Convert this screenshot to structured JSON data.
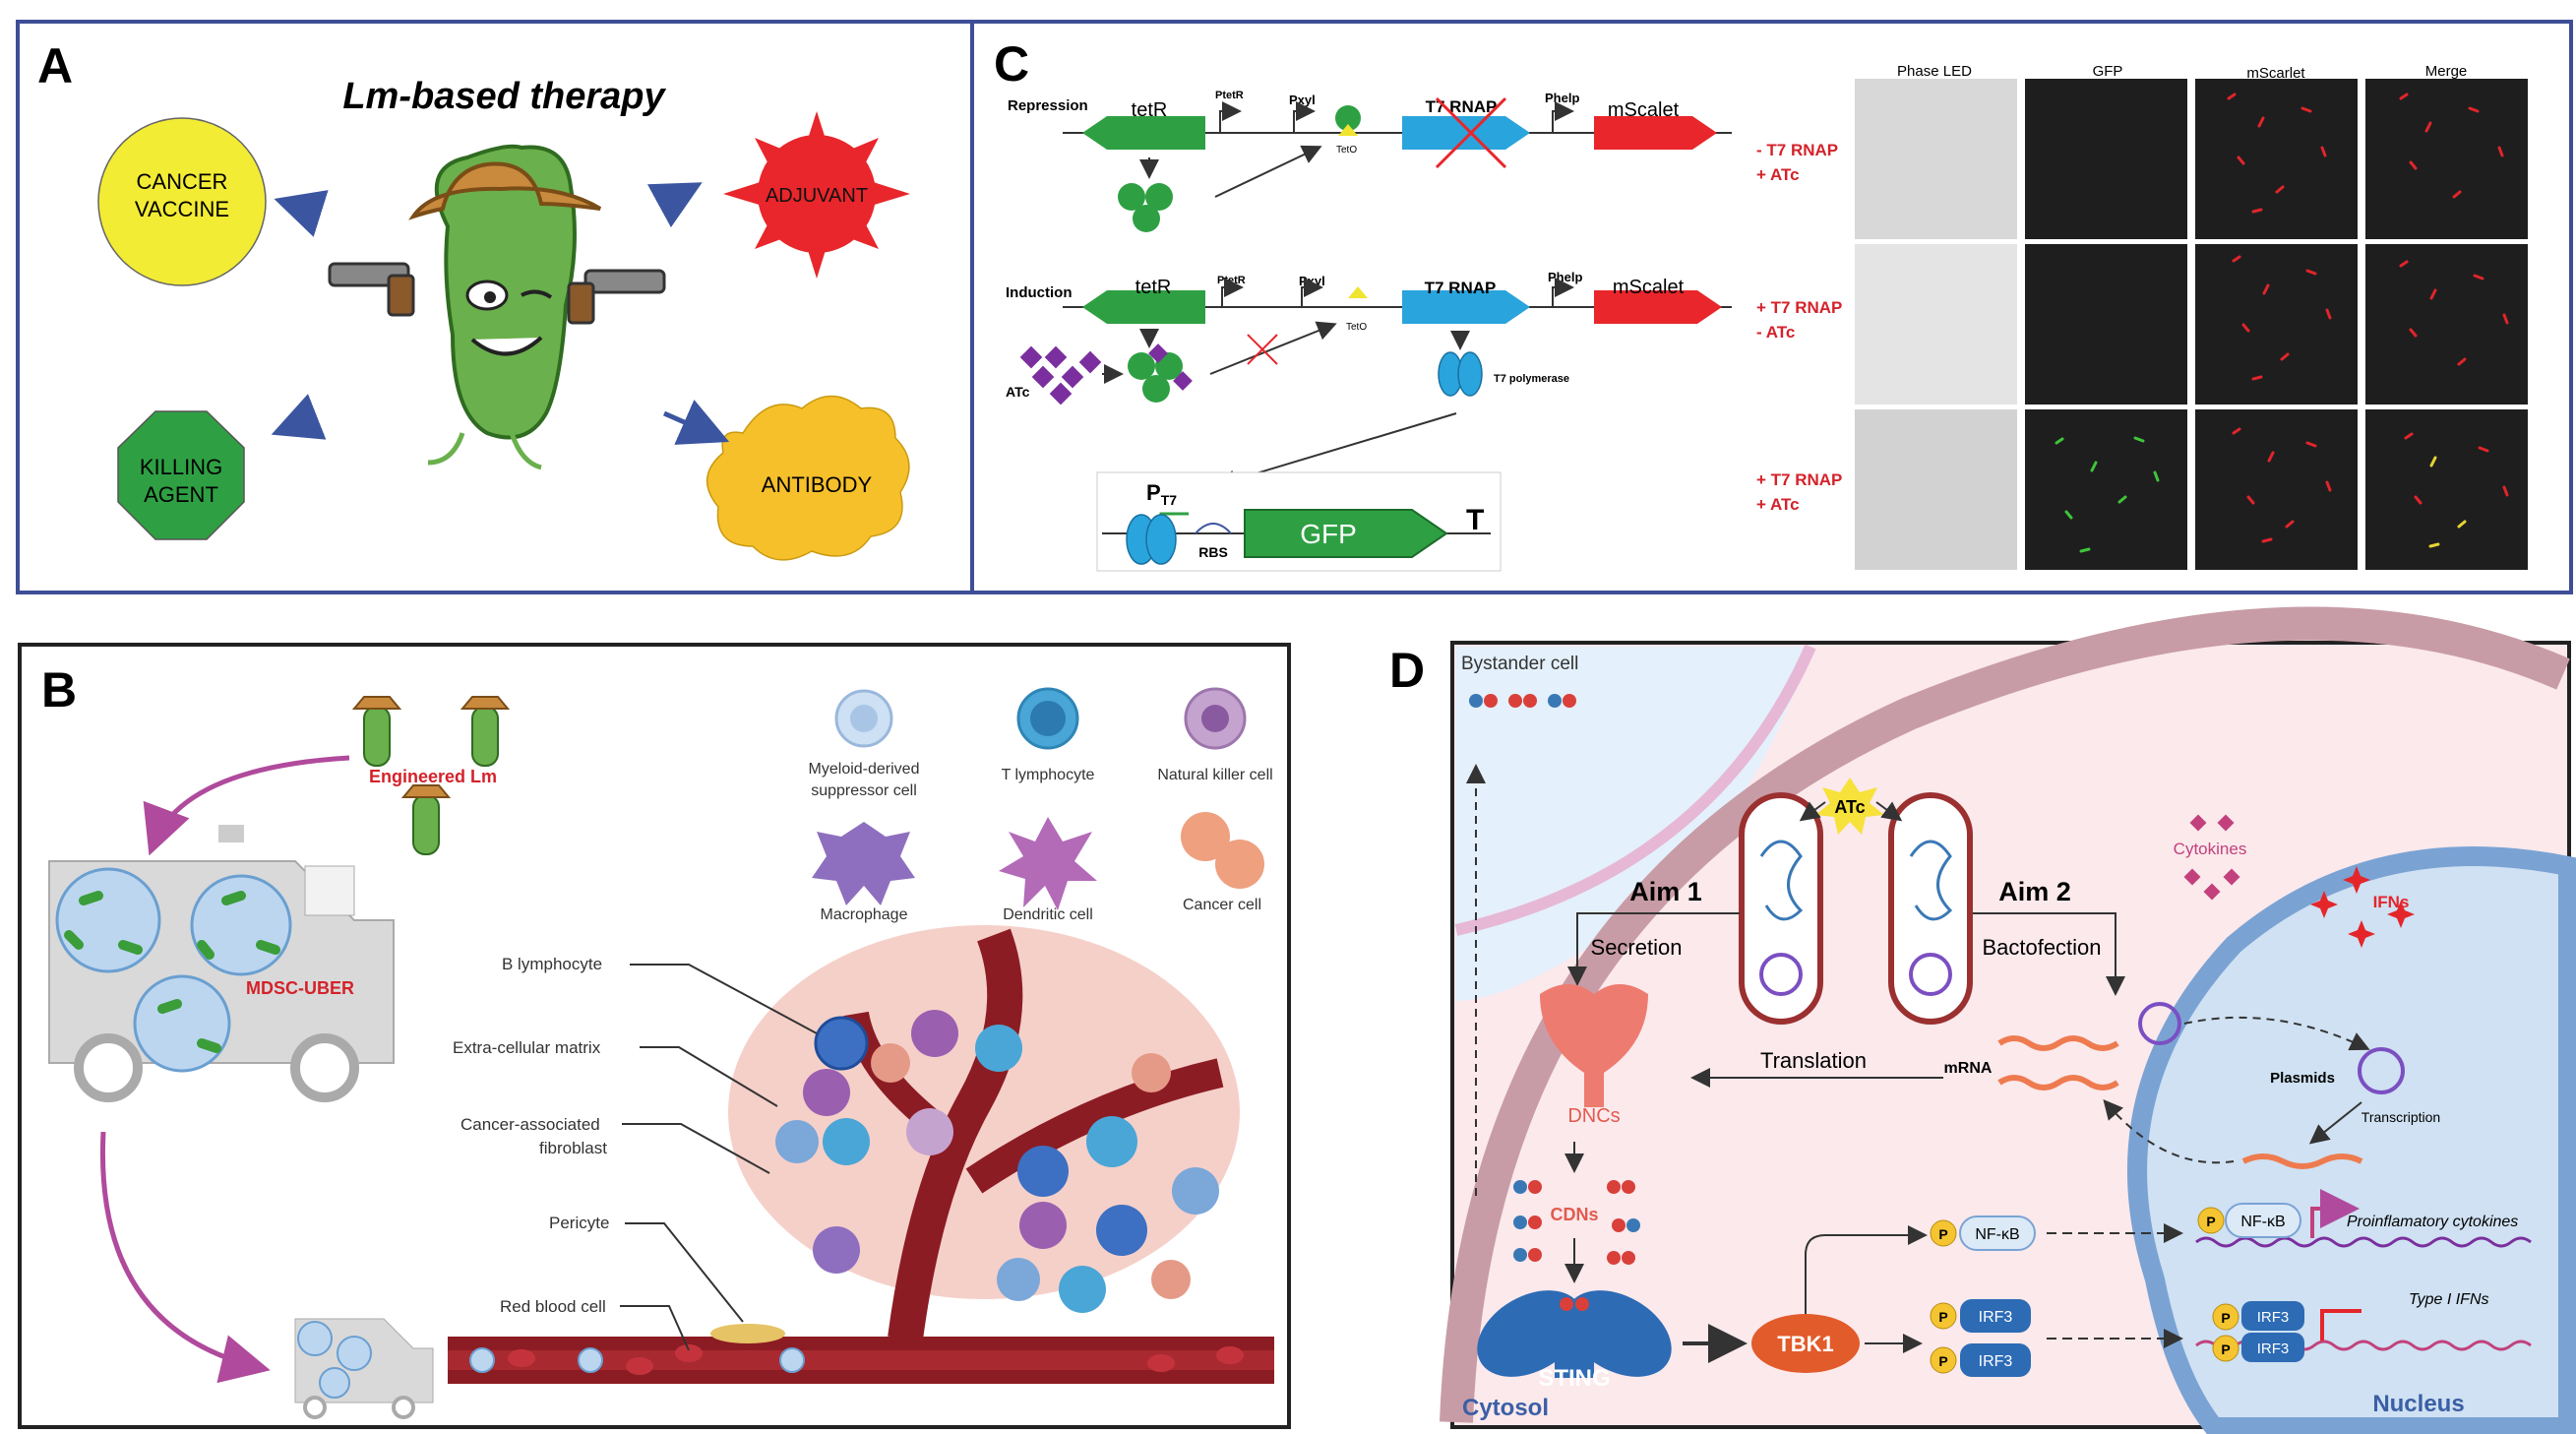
{
  "panels": {
    "a": {
      "letter": "A",
      "title": "Lm-based therapy",
      "cancer_vaccine_1": "CANCER",
      "cancer_vaccine_2": "VACCINE",
      "adjuvant": "ADJUVANT",
      "killing_1": "KILLING",
      "killing_2": "AGENT",
      "antibody": "ANTIBODY",
      "colors": {
        "vaccine": "#f3ec34",
        "adjuvant": "#e8262b",
        "killing": "#2ea043",
        "antibody": "#f6c02b",
        "frame": "#3e4e96"
      }
    },
    "b": {
      "letter": "B",
      "engineered": "Engineered Lm",
      "uber": "MDSC-UBER",
      "legend": {
        "mdsc_1": "Myeloid-derived",
        "mdsc_2": "suppressor cell",
        "t_cell": "T lymphocyte",
        "nk": "Natural killer cell",
        "macrophage": "Macrophage",
        "dendritic": "Dendritic cell",
        "cancer": "Cancer cell"
      },
      "labels": {
        "b_lymph": "B lymphocyte",
        "ecm": "Extra-cellular matrix",
        "caf_1": "Cancer-associated",
        "caf_2": "fibroblast",
        "pericyte": "Pericyte",
        "rbc": "Red blood cell"
      }
    },
    "c": {
      "letter": "C",
      "repression": "Repression",
      "induction": "Induction",
      "tetR": "tetR",
      "ptetR": "PtetR",
      "pxyl": "Pxyl",
      "teto": "TetO",
      "t7rnap": "T7 RNAP",
      "phelp": "Phelp",
      "mscalet": "mScalet",
      "atc": "ATc",
      "t7pol": "T7 polymerase",
      "pt7": "P",
      "pt7_sub": "T7",
      "rbs": "RBS",
      "gfp": "GFP",
      "term": "T",
      "columns": [
        "Phase LED",
        "GFP",
        "mScarlet",
        "Merge"
      ],
      "conditions": [
        {
          "line1": "- T7 RNAP",
          "line2": "+ ATc"
        },
        {
          "line1": "+ T7 RNAP",
          "line2": "- ATc"
        },
        {
          "line1": "+  T7 RNAP",
          "line2": "+ ATc"
        }
      ]
    },
    "d": {
      "letter": "D",
      "bystander": "Bystander cell",
      "atc": "ATc",
      "aim1": "Aim 1",
      "aim2": "Aim 2",
      "secretion": "Secretion",
      "bactofection": "Bactofection",
      "cytokines": "Cytokines",
      "ifns": "IFNs",
      "translation": "Translation",
      "mrna": "mRNA",
      "dncs": "DNCs",
      "plasmids": "Plasmids",
      "transcription": "Transcription",
      "cdns": "CDNs",
      "sting": "STING",
      "tbk1": "TBK1",
      "p": "P",
      "nfkb": "NF-κB",
      "irf3": "IRF3",
      "proinflam": "Proinflamatory cytokines",
      "type1": "Type I IFNs",
      "cytosol": "Cytosol",
      "nucleus": "Nucleus"
    }
  }
}
